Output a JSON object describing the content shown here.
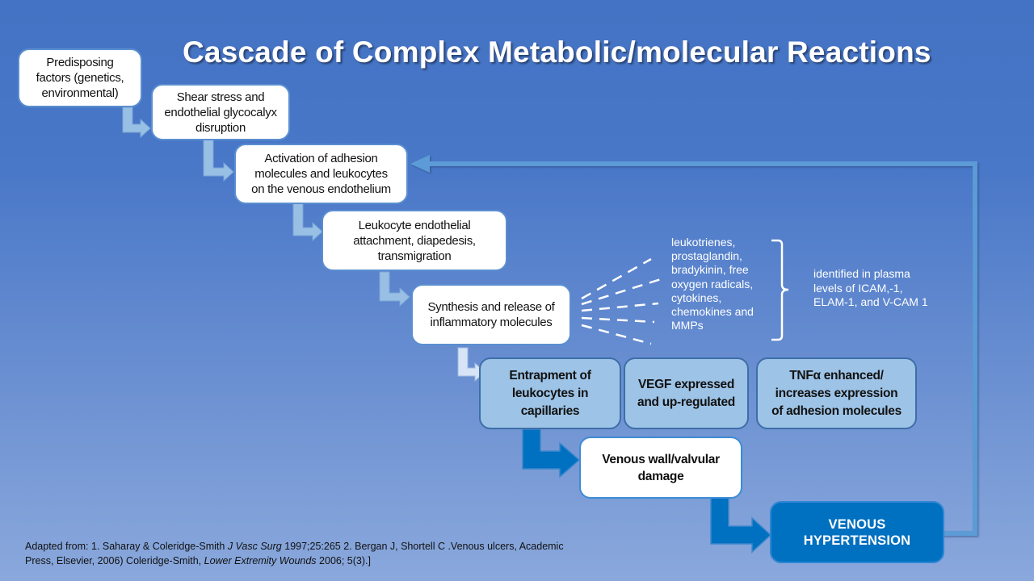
{
  "title": "Cascade of Complex Metabolic/molecular Reactions",
  "colors": {
    "background_top": "#4472c4",
    "box_white": "#ffffff",
    "box_light": "#9dc3e6",
    "box_dark": "#0070c0",
    "feedback_line": "#5b9bd5",
    "connector_light": "#9dc3e6",
    "connector_dark": "#0070c0"
  },
  "steps": [
    {
      "id": "predisposing",
      "text": "Predisposing\nfactors (genetics,\nenvironmental)"
    },
    {
      "id": "shear-stress",
      "text": "Shear stress and\nendothelial glycocalyx\ndisruption"
    },
    {
      "id": "activation",
      "text": "Activation  of adhesion\nmolecules and leukocytes\non the venous endothelium"
    },
    {
      "id": "leukocyte-attachment",
      "text": "Leukocyte endothelial\nattachment,  diapedesis,\ntransmigration"
    },
    {
      "id": "synthesis",
      "text": "Synthesis and release of\ninflammatory molecules"
    },
    {
      "id": "entrapment",
      "text": "Entrapment of\nleukocytes  in\ncapillaries"
    },
    {
      "id": "vegf",
      "text": "VEGF expressed\nand up-regulated"
    },
    {
      "id": "tnf",
      "text": "TNFα enhanced/\nincreases expression\nof adhesion molecules"
    },
    {
      "id": "venous-wall",
      "text": "Venous wall/valvular\ndamage"
    },
    {
      "id": "venous-hypertension",
      "text": "VENOUS\nHYPERTENSION"
    }
  ],
  "inflammatory_molecules": "leukotrienes,\nprostaglandin,\nbradykinin, free\noxygen radicals,\ncytokines,\nchemokines and\nMMPs",
  "plasma_note": "identified in plasma\nlevels of  ICAM,-1,\nELAM-1, and V-CAM 1",
  "footnote": {
    "part1": "Adapted from: 1. Saharay & Coleridge-Smith  ",
    "journal1": "J Vasc Surg",
    "part2": " 1997;25:265   2. Bergan J, Shortell C .Venous ulcers, Academic Press, Elsevier,  2006) Coleridge-Smith,  ",
    "journal2": "Lower  Extremity Wounds",
    "part3": " 2006;  5(3).]"
  }
}
